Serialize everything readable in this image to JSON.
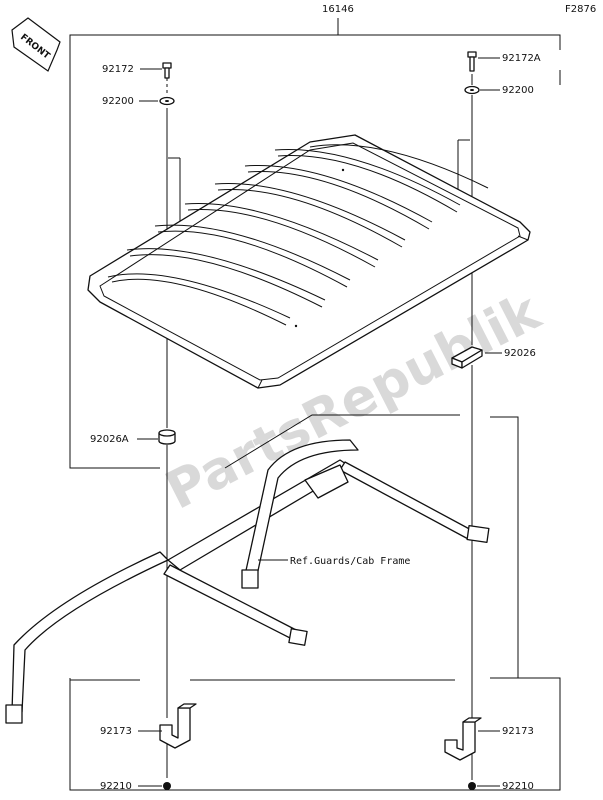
{
  "diagram": {
    "figure_code": "F2876",
    "assembly_number": "16146",
    "front_label": "FRONT",
    "watermark": "PartsRepublik",
    "reference_note": "Ref.Guards/Cab Frame",
    "callouts": {
      "bolt_left": "92172",
      "bolt_right": "92172A",
      "washer_left": "92200",
      "washer_right": "92200",
      "spacer_left": "92026A",
      "spacer_right": "92026",
      "bracket_left": "92173",
      "bracket_right": "92173",
      "nut_left": "92210",
      "nut_right": "92210"
    }
  }
}
